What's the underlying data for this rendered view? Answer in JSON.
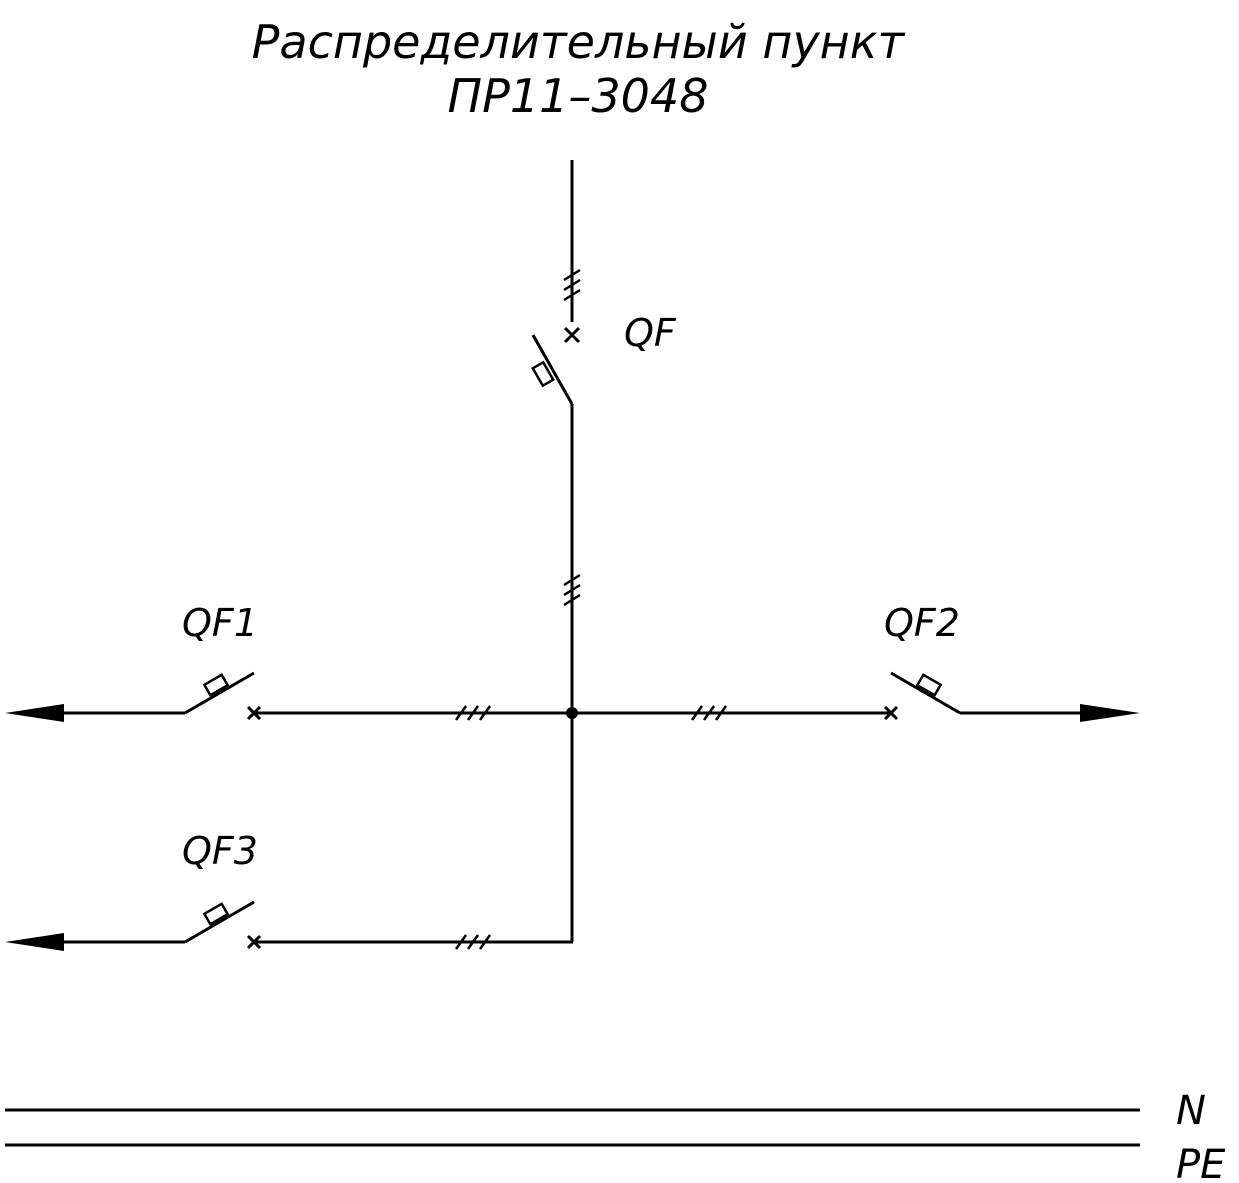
{
  "title": {
    "line1": "Распределительный пункт",
    "line2": "ПР11–3048"
  },
  "breakers": {
    "main": "QF",
    "qf1": "QF1",
    "qf2": "QF2",
    "qf3": "QF3"
  },
  "buses": {
    "n": "N",
    "pe": "PE"
  },
  "colors": {
    "line": "#000000",
    "background": "#ffffff"
  }
}
